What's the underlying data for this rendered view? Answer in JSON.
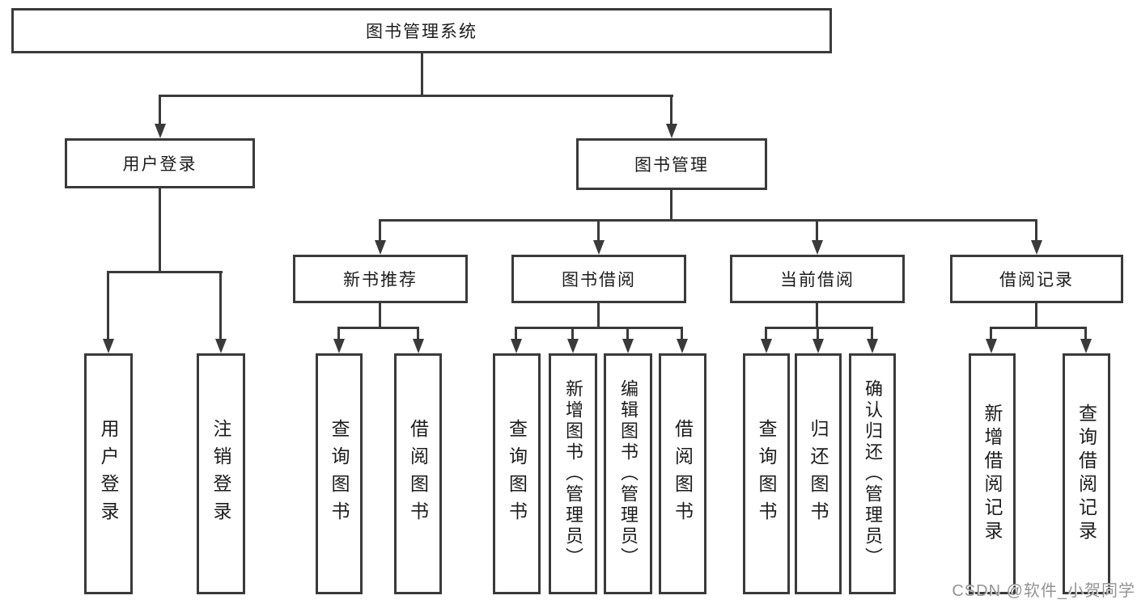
{
  "diagram_title": "图书管理系统",
  "tree": {
    "root": {
      "label": "图书管理系统"
    },
    "branches": [
      {
        "label": "用户登录",
        "children": [
          {
            "label": "用户登录"
          },
          {
            "label": "注销登录"
          }
        ]
      },
      {
        "label": "图书管理",
        "children": [
          {
            "label": "新书推荐",
            "children": [
              {
                "label": "查询图书"
              },
              {
                "label": "借阅图书"
              }
            ]
          },
          {
            "label": "图书借阅",
            "children": [
              {
                "label": "查询图书"
              },
              {
                "label": "新增图书（管理员）"
              },
              {
                "label": "编辑图书（管理员）"
              },
              {
                "label": "借阅图书"
              }
            ]
          },
          {
            "label": "当前借阅",
            "children": [
              {
                "label": "查询图书"
              },
              {
                "label": "归还图书"
              },
              {
                "label": "确认归还（管理员）"
              }
            ]
          },
          {
            "label": "借阅记录",
            "children": [
              {
                "label": "新增借阅记录"
              },
              {
                "label": "查询借阅记录"
              }
            ]
          }
        ]
      }
    ]
  },
  "watermark": {
    "text": "CSDN @软件_小贺同学"
  },
  "colors": {
    "line": "#3a3a3a",
    "box_border": "#3a3a3a",
    "background": "#ffffff",
    "text": "#1c1c1c",
    "watermark_text": "#949494"
  }
}
